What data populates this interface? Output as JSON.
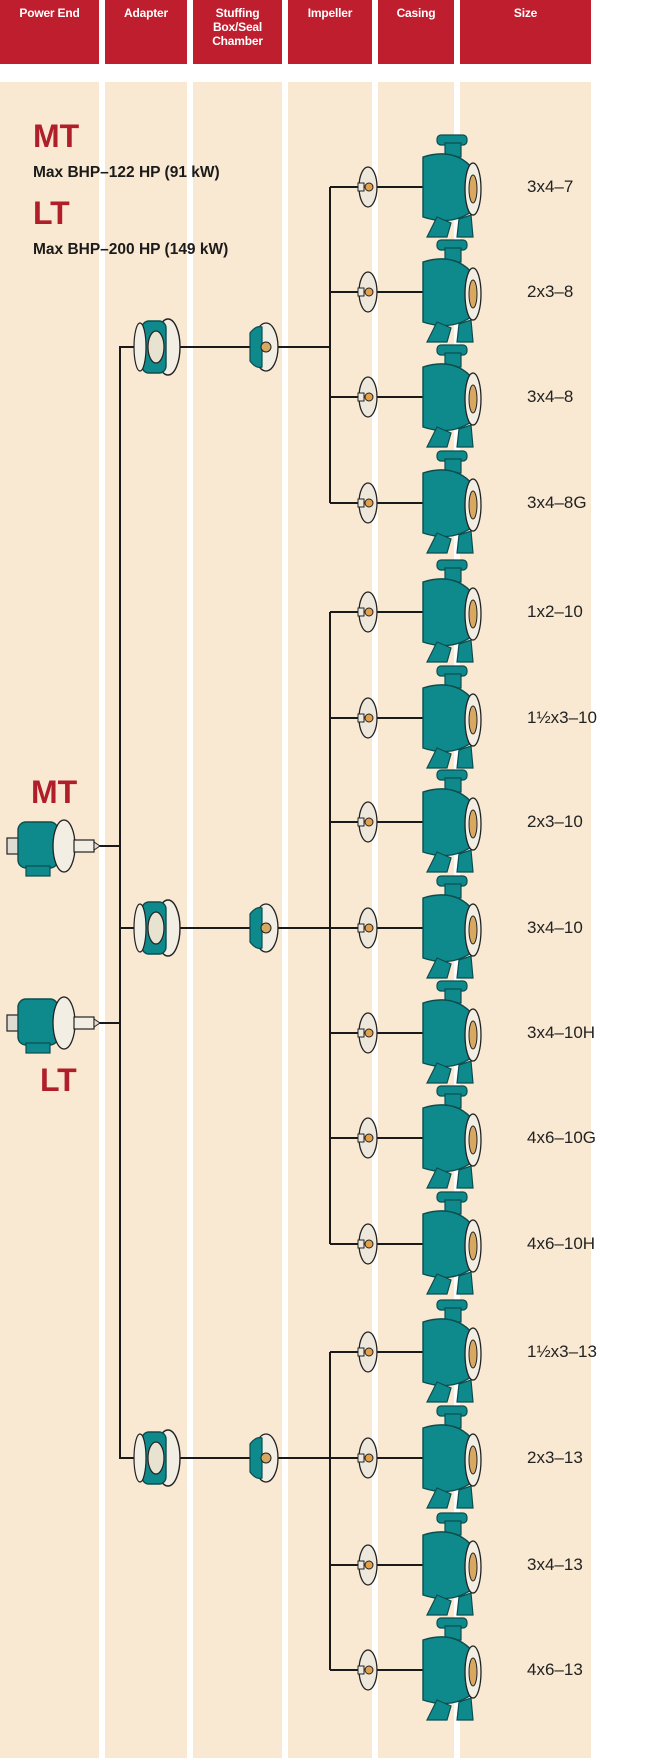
{
  "header": {
    "power_end": "Power End",
    "adapter": "Adapter",
    "stuffing_box": "Stuffing Box/Seal Chamber",
    "impeller": "Impeller",
    "casing": "Casing",
    "size": "Size"
  },
  "intro": {
    "mt_title": "MT",
    "mt_spec": "Max BHP–122 HP (91 kW)",
    "lt_title": "LT",
    "lt_spec": "Max BHP–200 HP (149 kW)"
  },
  "power_ends": {
    "mt_label": "MT",
    "lt_label": "LT"
  },
  "groups": [
    {
      "sizes": [
        "3x4–7",
        "2x3–8",
        "3x4–8",
        "3x4–8G"
      ]
    },
    {
      "sizes": [
        "1x2–10",
        "1½x3–10",
        "2x3–10",
        "3x4–10",
        "3x4–10H",
        "4x6–10G",
        "4x6–10H"
      ]
    },
    {
      "sizes": [
        "1½x3–13",
        "2x3–13",
        "3x4–13",
        "4x6–13"
      ]
    }
  ],
  "colors": {
    "header_red": "#bf1e2e",
    "column_beige": "#f9e9d2",
    "pump_teal": "#0f8a8c",
    "label_red": "#b01e2a"
  }
}
